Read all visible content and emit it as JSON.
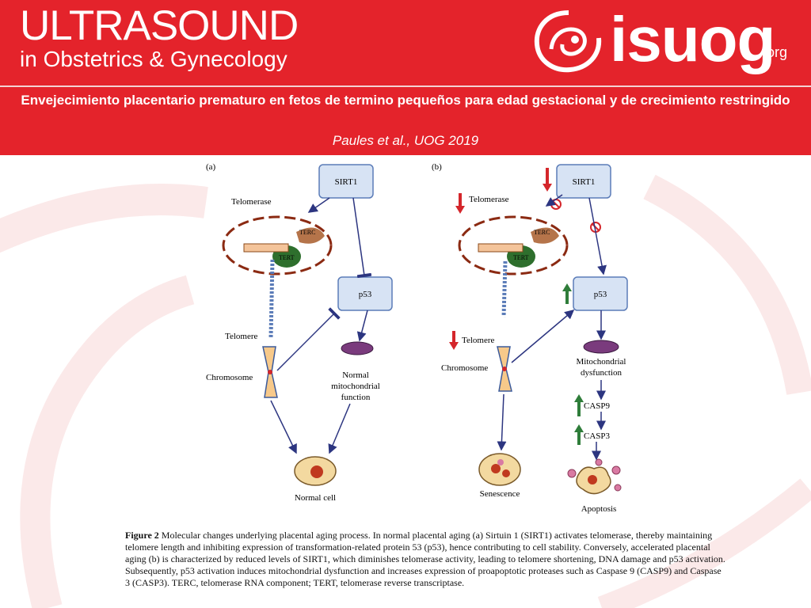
{
  "header": {
    "journal_line1": "ULTRASOUND",
    "journal_line2": "in Obstetrics & Gynecology",
    "logo_text": "isuog",
    "logo_suffix": ".org"
  },
  "banner": {
    "title": "Envejecimiento placentario prematuro en fetos de termino pequeños para edad gestacional y de crecimiento restringido",
    "citation": "Paules et al., UOG 2019"
  },
  "figure": {
    "panel_a": {
      "label": "(a)",
      "sirt1": "SIRT1",
      "telomerase": "Telomerase",
      "terc": "TERC",
      "tert": "TERT",
      "p53": "p53",
      "telomere": "Telomere",
      "chromosome": "Chromosome",
      "mito_1": "Normal",
      "mito_2": "mitochondrial",
      "mito_3": "function",
      "cell": "Normal cell"
    },
    "panel_b": {
      "label": "(b)",
      "sirt1": "SIRT1",
      "telomerase": "Telomerase",
      "terc": "TERC",
      "tert": "TERT",
      "p53": "p53",
      "telomere": "Telomere",
      "chromosome": "Chromosome",
      "mito_1": "Mitochondrial",
      "mito_2": "dysfunction",
      "casp9": "CASP9",
      "casp3": "CASP3",
      "senescence": "Senescence",
      "apoptosis": "Apoptosis"
    },
    "colors": {
      "box_fill": "#d7e3f4",
      "box_stroke": "#5b7cb8",
      "arrow": "#2c3580",
      "red_arrow": "#d4262b",
      "green_arrow": "#2f7d3a"
    }
  },
  "caption": {
    "label": "Figure 2",
    "text": "Molecular changes underlying placental aging process. In normal placental aging (a) Sirtuin 1 (SIRT1) activates telomerase, thereby maintaining telomere length and inhibiting expression of transformation-related protein 53 (p53), hence contributing to cell stability. Conversely, accelerated placental aging (b) is characterized by reduced levels of SIRT1, which diminishes telomerase activity, leading to telomere shortening, DNA damage and p53 activation. Subsequently, p53 activation induces mitochondrial dysfunction and increases expression of proapoptotic proteases such as Caspase 9 (CASP9) and Caspase 3 (CASP3). TERC, telomerase RNA component; TERT, telomerase reverse transcriptase."
  }
}
